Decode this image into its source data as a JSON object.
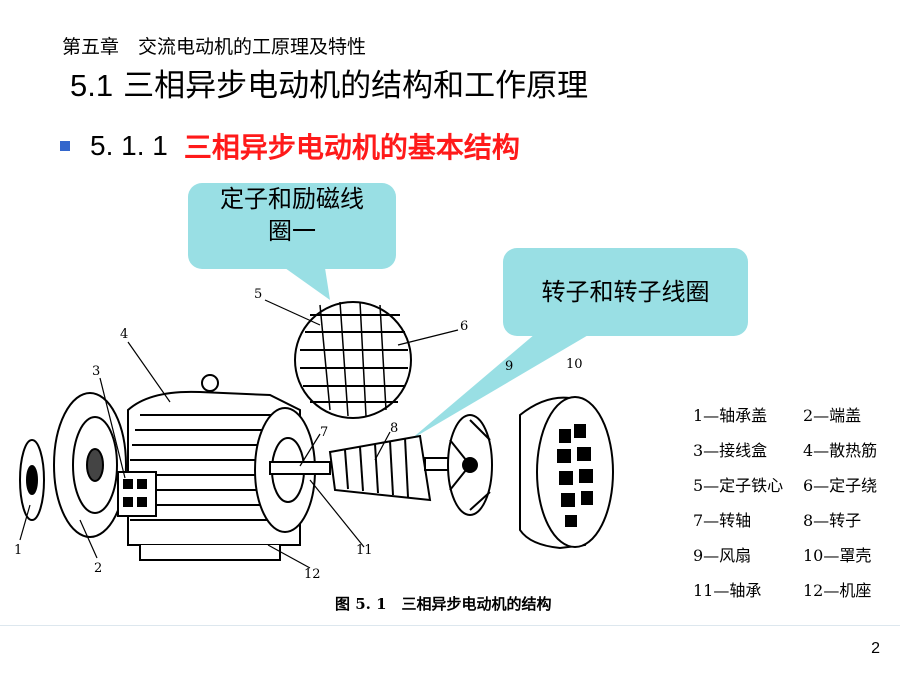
{
  "chapter": "第五章　交流电动机的工原理及特性",
  "section": {
    "number": "5.1",
    "title": "三相异步电动机的结构和工作原理"
  },
  "subsection": {
    "number": "5. 1. 1",
    "title": "三相异步电动机的基本结构"
  },
  "callouts": {
    "stator": [
      "定子和励磁线",
      "圈一"
    ],
    "rotor": "转子和转子线圈"
  },
  "figure": {
    "caption": "图 5. 1　三相异步电动机的结构",
    "labels": [
      "1",
      "2",
      "3",
      "4",
      "5",
      "6",
      "7",
      "8",
      "9",
      "10",
      "11",
      "12"
    ],
    "legend": [
      [
        "1—轴承盖",
        "2—端盖"
      ],
      [
        "3—接线盒",
        "4—散热筋"
      ],
      [
        "5—定子铁心",
        "6—定子绕"
      ],
      [
        "7—转轴",
        "8—转子"
      ],
      [
        "9—风扇",
        "10—罩壳"
      ],
      [
        "11—轴承",
        "12—机座"
      ]
    ]
  },
  "page_number": "2",
  "colors": {
    "bullet": "#3366cc",
    "highlight": "#ff1a1a",
    "callout": "#99dfe4"
  }
}
